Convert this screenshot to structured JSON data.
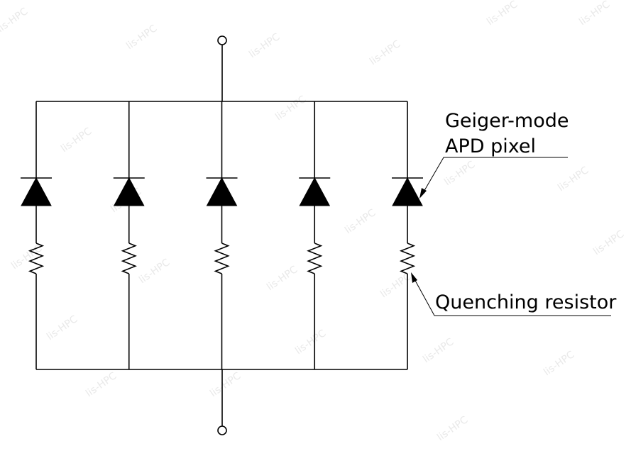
{
  "labels": {
    "apd_line1": "Geiger-mode",
    "apd_line2": "APD pixel",
    "quench": "Quenching resistor"
  },
  "watermark": "lis-HPC",
  "colors": {
    "line": "#000000",
    "background": "#ffffff"
  },
  "pixel_count": 5
}
